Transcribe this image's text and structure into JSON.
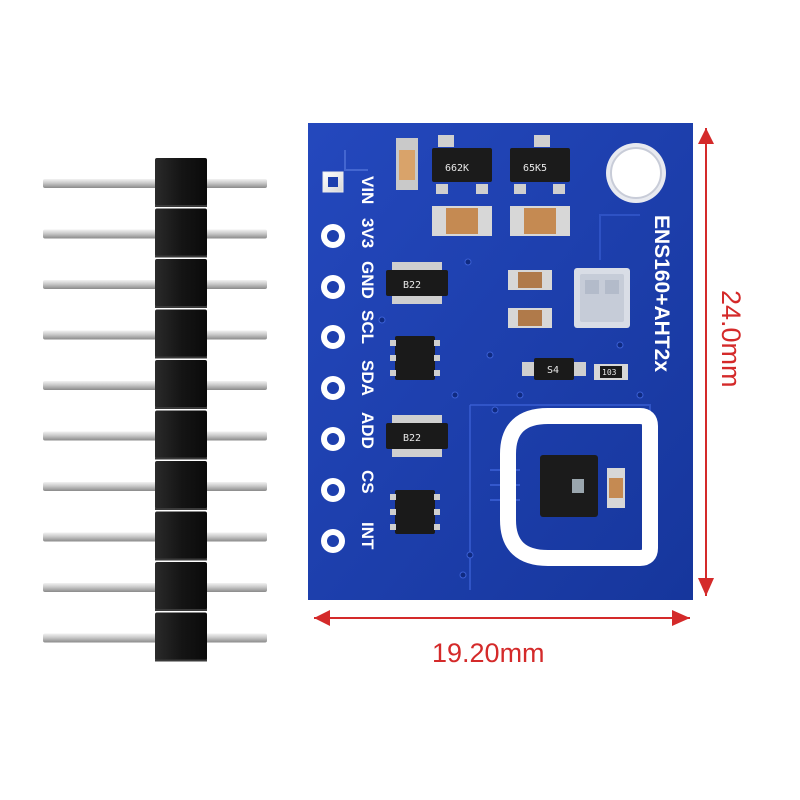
{
  "board": {
    "title": "ENS160+AHT2x",
    "pins": [
      "VIN",
      "3V3",
      "GND",
      "SCL",
      "SDA",
      "ADD",
      "CS",
      "INT"
    ],
    "chip_markings": {
      "regulator_left": "662K",
      "regulator_right": "65K5",
      "level_shifter_top": "B22",
      "level_shifter_bottom": "B22",
      "diode": "S4",
      "resistor": "103"
    }
  },
  "dimensions": {
    "width": "19.20mm",
    "height": "24.0mm"
  },
  "colors": {
    "pcb": "#1d3fae",
    "dimension": "#d42a2a",
    "header_plastic": "#151515",
    "pin_metal": "#c9c9c9"
  }
}
